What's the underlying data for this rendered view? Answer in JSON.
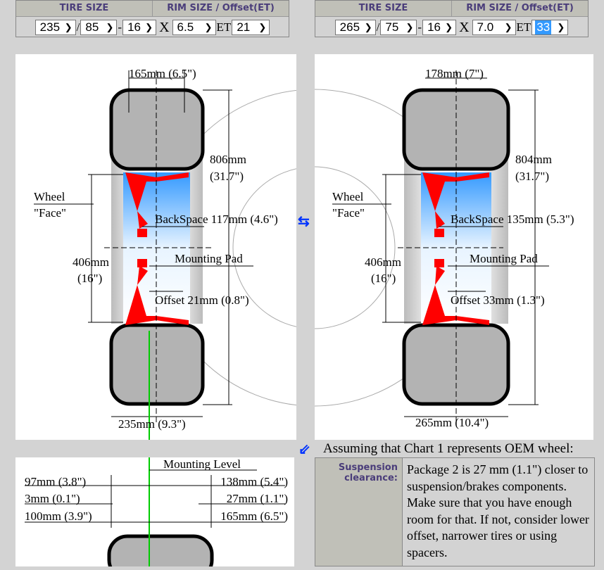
{
  "selectors": [
    {
      "tire_header": "TIRE SIZE",
      "rim_header": "RIM SIZE / Offset(ET)",
      "width": "235",
      "aspect": "85",
      "diameter": "16",
      "rim_width": "6.5",
      "offset": "21",
      "x_label": "X",
      "et_label": "ET",
      "slash": "/",
      "dash": "-"
    },
    {
      "tire_header": "TIRE SIZE",
      "rim_header": "RIM SIZE / Offset(ET)",
      "width": "265",
      "aspect": "75",
      "diameter": "16",
      "rim_width": "7.0",
      "offset": "33",
      "x_label": "X",
      "et_label": "ET",
      "slash": "/",
      "dash": "-"
    }
  ],
  "charts": [
    {
      "tread_width": "165mm (6.5\")",
      "height_mm": "806mm",
      "height_in": "(31.7\")",
      "wheel_label": "Wheel",
      "face_label": "\"Face\"",
      "backspace": "BackSpace 117mm (4.6\")",
      "mounting_pad": "Mounting Pad",
      "rim_mm": "406mm",
      "rim_in": "(16\")",
      "offset": "Offset 21mm (0.8\")",
      "section_width": "235mm (9.3\")"
    },
    {
      "tread_width": "178mm (7\")",
      "height_mm": "804mm",
      "height_in": "(31.7\")",
      "wheel_label": "Wheel",
      "face_label": "\"Face\"",
      "backspace": "BackSpace 135mm (5.3\")",
      "mounting_pad": "Mounting Pad",
      "rim_mm": "406mm",
      "rim_in": "(16\")",
      "offset": "Offset 33mm (1.3\")",
      "section_width": "265mm (10.4\")"
    }
  ],
  "comparison": {
    "mounting_level": "Mounting Level",
    "left": [
      "97mm (3.8\")",
      "3mm (0.1\")",
      "100mm (3.9\")"
    ],
    "right": [
      "138mm (5.4\")",
      "27mm (1.1\")",
      "165mm (6.5\")"
    ]
  },
  "assumption": "Assuming that Chart 1 represents OEM wheel:",
  "suspension": {
    "label": "Suspension clearance:",
    "text": "Package 2 is 27 mm (1.1\") closer to suspension/brakes components. Make sure that you have enough room for that. If not, consider lower offset, narrower tires or using spacers."
  },
  "colors": {
    "accent": "#0033ff",
    "rim": "#ff0000",
    "header_text": "#4a3d7a",
    "guide": "#00cc00"
  }
}
